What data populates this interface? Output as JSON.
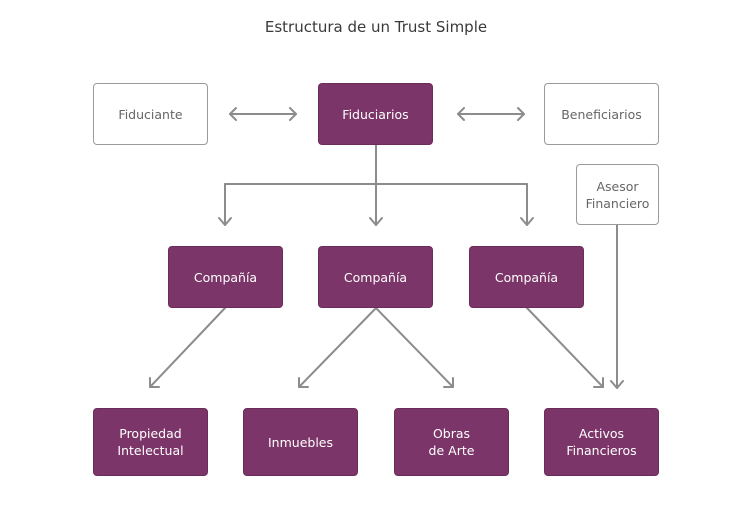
{
  "title": "Estructura de un Trust Simple",
  "nodes": {
    "fiduciante": "Fiduciante",
    "fiduciarios": "Fiduciarios",
    "beneficiarios": "Beneficiarios",
    "asesor": "Asesor\nFinanciero",
    "compania_1": "Compañía",
    "compania_2": "Compañía",
    "compania_3": "Compañía",
    "propiedad": "Propiedad\nIntelectual",
    "inmuebles": "Inmuebles",
    "obras": "Obras\nde Arte",
    "activos": "Activos\nFinancieros"
  },
  "colors": {
    "filled": "#7b3569",
    "outline": "#9a9a9a",
    "connector": "#8c8c8c"
  }
}
